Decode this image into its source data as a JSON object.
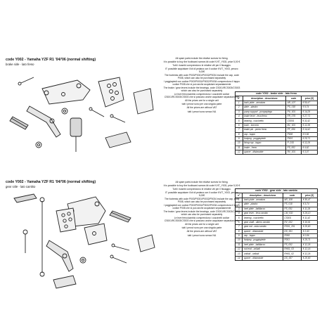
{
  "brake": {
    "code_title": "code Y002 - Yamaha YZF R1 '04/'06 (normal shifting)",
    "side": "brake side - lato freno",
    "notes": [
      "All spare parts include the relative screws for fixing.",
      "It is possible to buy the footboard screws kit code KVIT_Y003, price 5,00 €",
      "Tutti i ricambi comprendono le relative viti per il fissaggio.",
      "E' possibile acquistare il kit di pedana con il codice KVIT_Y003, prezzo 5,00€",
      "The footrests with code P003/P0031/P0032/P0034 include the cap, code P008, which can also be purchased separately",
      "I poggiapiedi con codice P003/P0031/P0032/P0034 comprendono il tappo codice P008 che si può anche acquistare separatamente",
      "The brake / gear levers include the bearings, code CS001/RCS003/CS003 which can also be purchased separately",
      "Le leve freno/cambio comprendono i cuscinetti codice CS001/RCS003/CS003 che si possono anche acquistare separatamente",
      "All the prices are for a single unit",
      "tutti i prezzi sono per una singola parte",
      "All the prices are without VAT",
      "tutti i prezzi sono senza IVA"
    ],
    "table_title": "code Y002 - brake side - lato freno",
    "headers": [
      "n°",
      "description - descrizione",
      "code",
      "price [€]"
    ],
    "rows": [
      [
        "1",
        "back plate - armatura",
        "AR_107",
        "€ 50,47"
      ],
      [
        "2",
        "plate - piastra",
        "PS_018",
        "€ 9,74"
      ],
      [
        "3",
        "pump support - pompapiega",
        "PU_001",
        "€ 14,29"
      ],
      [
        "4",
        "brake lever - leva freno",
        "FR_079",
        "€ 27,71"
      ],
      [
        "5",
        "bearing - cuscinetto",
        "CS001",
        "€ 11,42"
      ],
      [
        "6",
        "bush - boccola",
        "BC_001",
        "€ 12,36"
      ],
      [
        "7",
        "brake pin - perno freno",
        "PF_006",
        "€ 14,42"
      ],
      [
        "8",
        "cap - tappo",
        "P008",
        "€ 0,56"
      ],
      [
        "9",
        "footpeg - poggiapiede",
        "P003",
        "€ 25,71"
      ],
      [
        "10",
        "fixing cap - tappo",
        "P_015",
        "€ 12,26"
      ],
      [
        "11",
        "brake - freno",
        "FS_002",
        "€ 4,62"
      ],
      [
        "12",
        "spacer - distanziale",
        "RV_001",
        "€ 3,07"
      ]
    ]
  },
  "gear": {
    "code_title": "code Y002 - Yamaha YZF R1 '04/'06 (normal shifting)",
    "side": "gear side - lato cambio",
    "notes": [
      "All spare parts include the relative screws for fixing.",
      "It is possible to buy the footboard screws kit code KVIT_Y003, price 5,00 €",
      "Tutti i ricambi comprendono le relative viti per il fissaggio.",
      "E' possibile acquistare il kit di pedana con il codice KVIT_Y003, prezzo 5,00€",
      "The footrests with code P003/P0031/P0032/P0034 include the cap, code P008, which can also be purchased separately",
      "I poggiapiedi con codice P003/P0031/P0032/P0034 comprendono il tappo codice P008 che si può anche acquistare separatamente",
      "The brake / gear levers include the bearings, code CS001/RCS003/CS003 which can also be purchased separately",
      "Le leve freno/cambio comprendono i cuscinetti codice CS001/RCS003/CS003 che si possono anche acquistare separatamente",
      "All the prices are for a single unit",
      "tutti i prezzi sono per una singola parte",
      "All the prices are without VAT",
      "tutti i prezzi sono senza IVA"
    ],
    "table_title": "code Y002 - gear side - lato cambio",
    "headers": [
      "n°",
      "description - descrizione",
      "code",
      "price [€]"
    ],
    "rows": [
      [
        "1",
        "back plate - armatura",
        "AR_108",
        "€ 50,47"
      ],
      [
        "2",
        "plate - piastra",
        "PS_018",
        "€ 9,74"
      ],
      [
        "3",
        "heel plate - battitacco",
        "PS_051",
        "€ 11,26"
      ],
      [
        "4",
        "gear lever - leva cambio",
        "CM_030",
        "€ 26,10"
      ],
      [
        "5",
        "bearing - cuscinetto",
        "CS001",
        "€ 11,42"
      ],
      [
        "6",
        "gear shaft - albero cambio",
        "RV_002",
        "€ 16,91"
      ],
      [
        "7",
        "gear rod - asta cambio",
        "RS01_201",
        "€ 20,60"
      ],
      [
        "8",
        "spacer - distanziale",
        "DS_001",
        "€ 2,43"
      ],
      [
        "9",
        "cap - tappo",
        "P008",
        "€ 0,56"
      ],
      [
        "10",
        "footpeg - poggiapiede",
        "P003",
        "€ 25,71"
      ],
      [
        "11",
        "heel plate - battitacco",
        "PS_052",
        "€ 12,26"
      ],
      [
        "12",
        "rod end - uniball",
        "RH01_03",
        "€ 12,16"
      ],
      [
        "13",
        "uniball - uniball",
        "RH01_02",
        "€ 12,26"
      ],
      [
        "14",
        "spacer - distanziale",
        "DS_007",
        "€ 20,90"
      ]
    ]
  }
}
